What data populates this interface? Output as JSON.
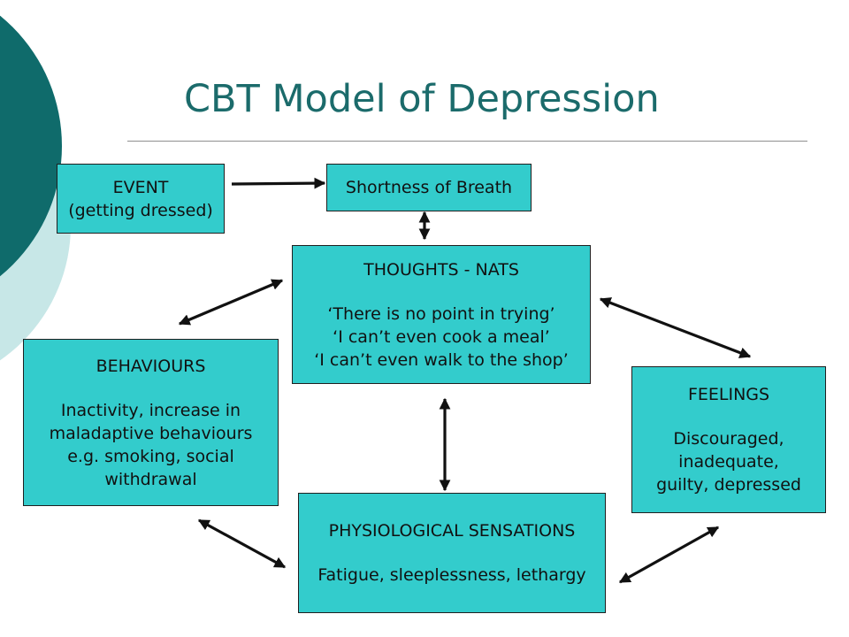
{
  "colors": {
    "accent": "#1b6b6b",
    "box_fill": "#33cccc",
    "decor_dark": "#0f6b6b",
    "decor_light": "#c7e7e7",
    "arrow": "#111111"
  },
  "slide": {
    "title": "CBT Model of Depression"
  },
  "event": {
    "line1": "EVENT",
    "line2": "(getting dressed)"
  },
  "trigger": {
    "label": "Shortness of Breath"
  },
  "thoughts": {
    "heading": "THOUGHTS - NATS",
    "items": [
      "‘There is no point in trying’",
      "‘I can’t even cook a meal’",
      "‘I can’t even walk to the shop’"
    ]
  },
  "behaviours": {
    "heading": "BEHAVIOURS",
    "lines": [
      "Inactivity, increase in",
      "maladaptive behaviours",
      "e.g. smoking, social",
      "withdrawal"
    ]
  },
  "feelings": {
    "heading": "FEELINGS",
    "lines": [
      "Discouraged,",
      "inadequate,",
      "guilty, depressed"
    ]
  },
  "physiological": {
    "heading": "PHYSIOLOGICAL SENSATIONS",
    "detail": "Fatigue, sleeplessness, lethargy"
  },
  "connections": [
    {
      "from": "event",
      "to": "trigger",
      "direction": "one-way"
    },
    {
      "from": "trigger",
      "to": "thoughts",
      "direction": "two-way"
    },
    {
      "from": "thoughts",
      "to": "behaviours",
      "direction": "two-way"
    },
    {
      "from": "thoughts",
      "to": "feelings",
      "direction": "two-way"
    },
    {
      "from": "thoughts",
      "to": "physiological",
      "direction": "two-way"
    },
    {
      "from": "behaviours",
      "to": "physiological",
      "direction": "two-way"
    },
    {
      "from": "feelings",
      "to": "physiological",
      "direction": "two-way"
    }
  ]
}
